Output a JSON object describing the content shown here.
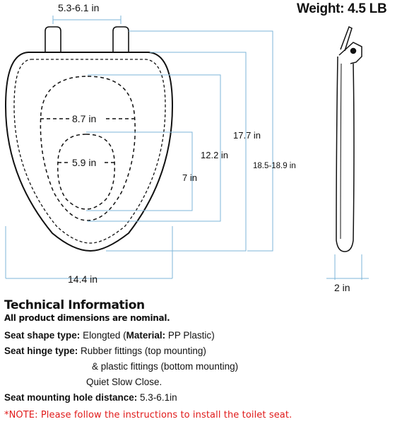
{
  "weight": "Weight: 4.5 LB",
  "dimensions": {
    "hinge_spacing": "5.3-6.1 in",
    "opening_width": "8.7 in",
    "inner_width": "5.9 in",
    "opening_length": "12.2 in",
    "inner_length": "7 in",
    "seat_length": "17.7 in",
    "overall_length": "18.5-18.9 in",
    "seat_width": "14.4 in",
    "thickness": "2 in"
  },
  "technical": {
    "title": "Technical Information",
    "subtitle": "All product dimensions are nominal.",
    "shape_label": "Seat shape type:",
    "shape_value": "Elongted",
    "material_label": "Material:",
    "material_value": "PP Plastic",
    "hinge_label": "Seat hinge type:",
    "hinge_value": "Rubber fittings (top mounting)",
    "hinge_value2": "& plastic fittings (bottom mounting)",
    "hinge_value3": "Quiet Slow Close.",
    "hole_label": "Seat mounting hole distance:",
    "hole_value": "5.3-6.1in"
  },
  "note": "*NOTE: Please follow the instructions to install the toilet seat.",
  "colors": {
    "dimension_line": "#7eb6d9",
    "outline": "#111111",
    "note": "#e01a1a"
  }
}
